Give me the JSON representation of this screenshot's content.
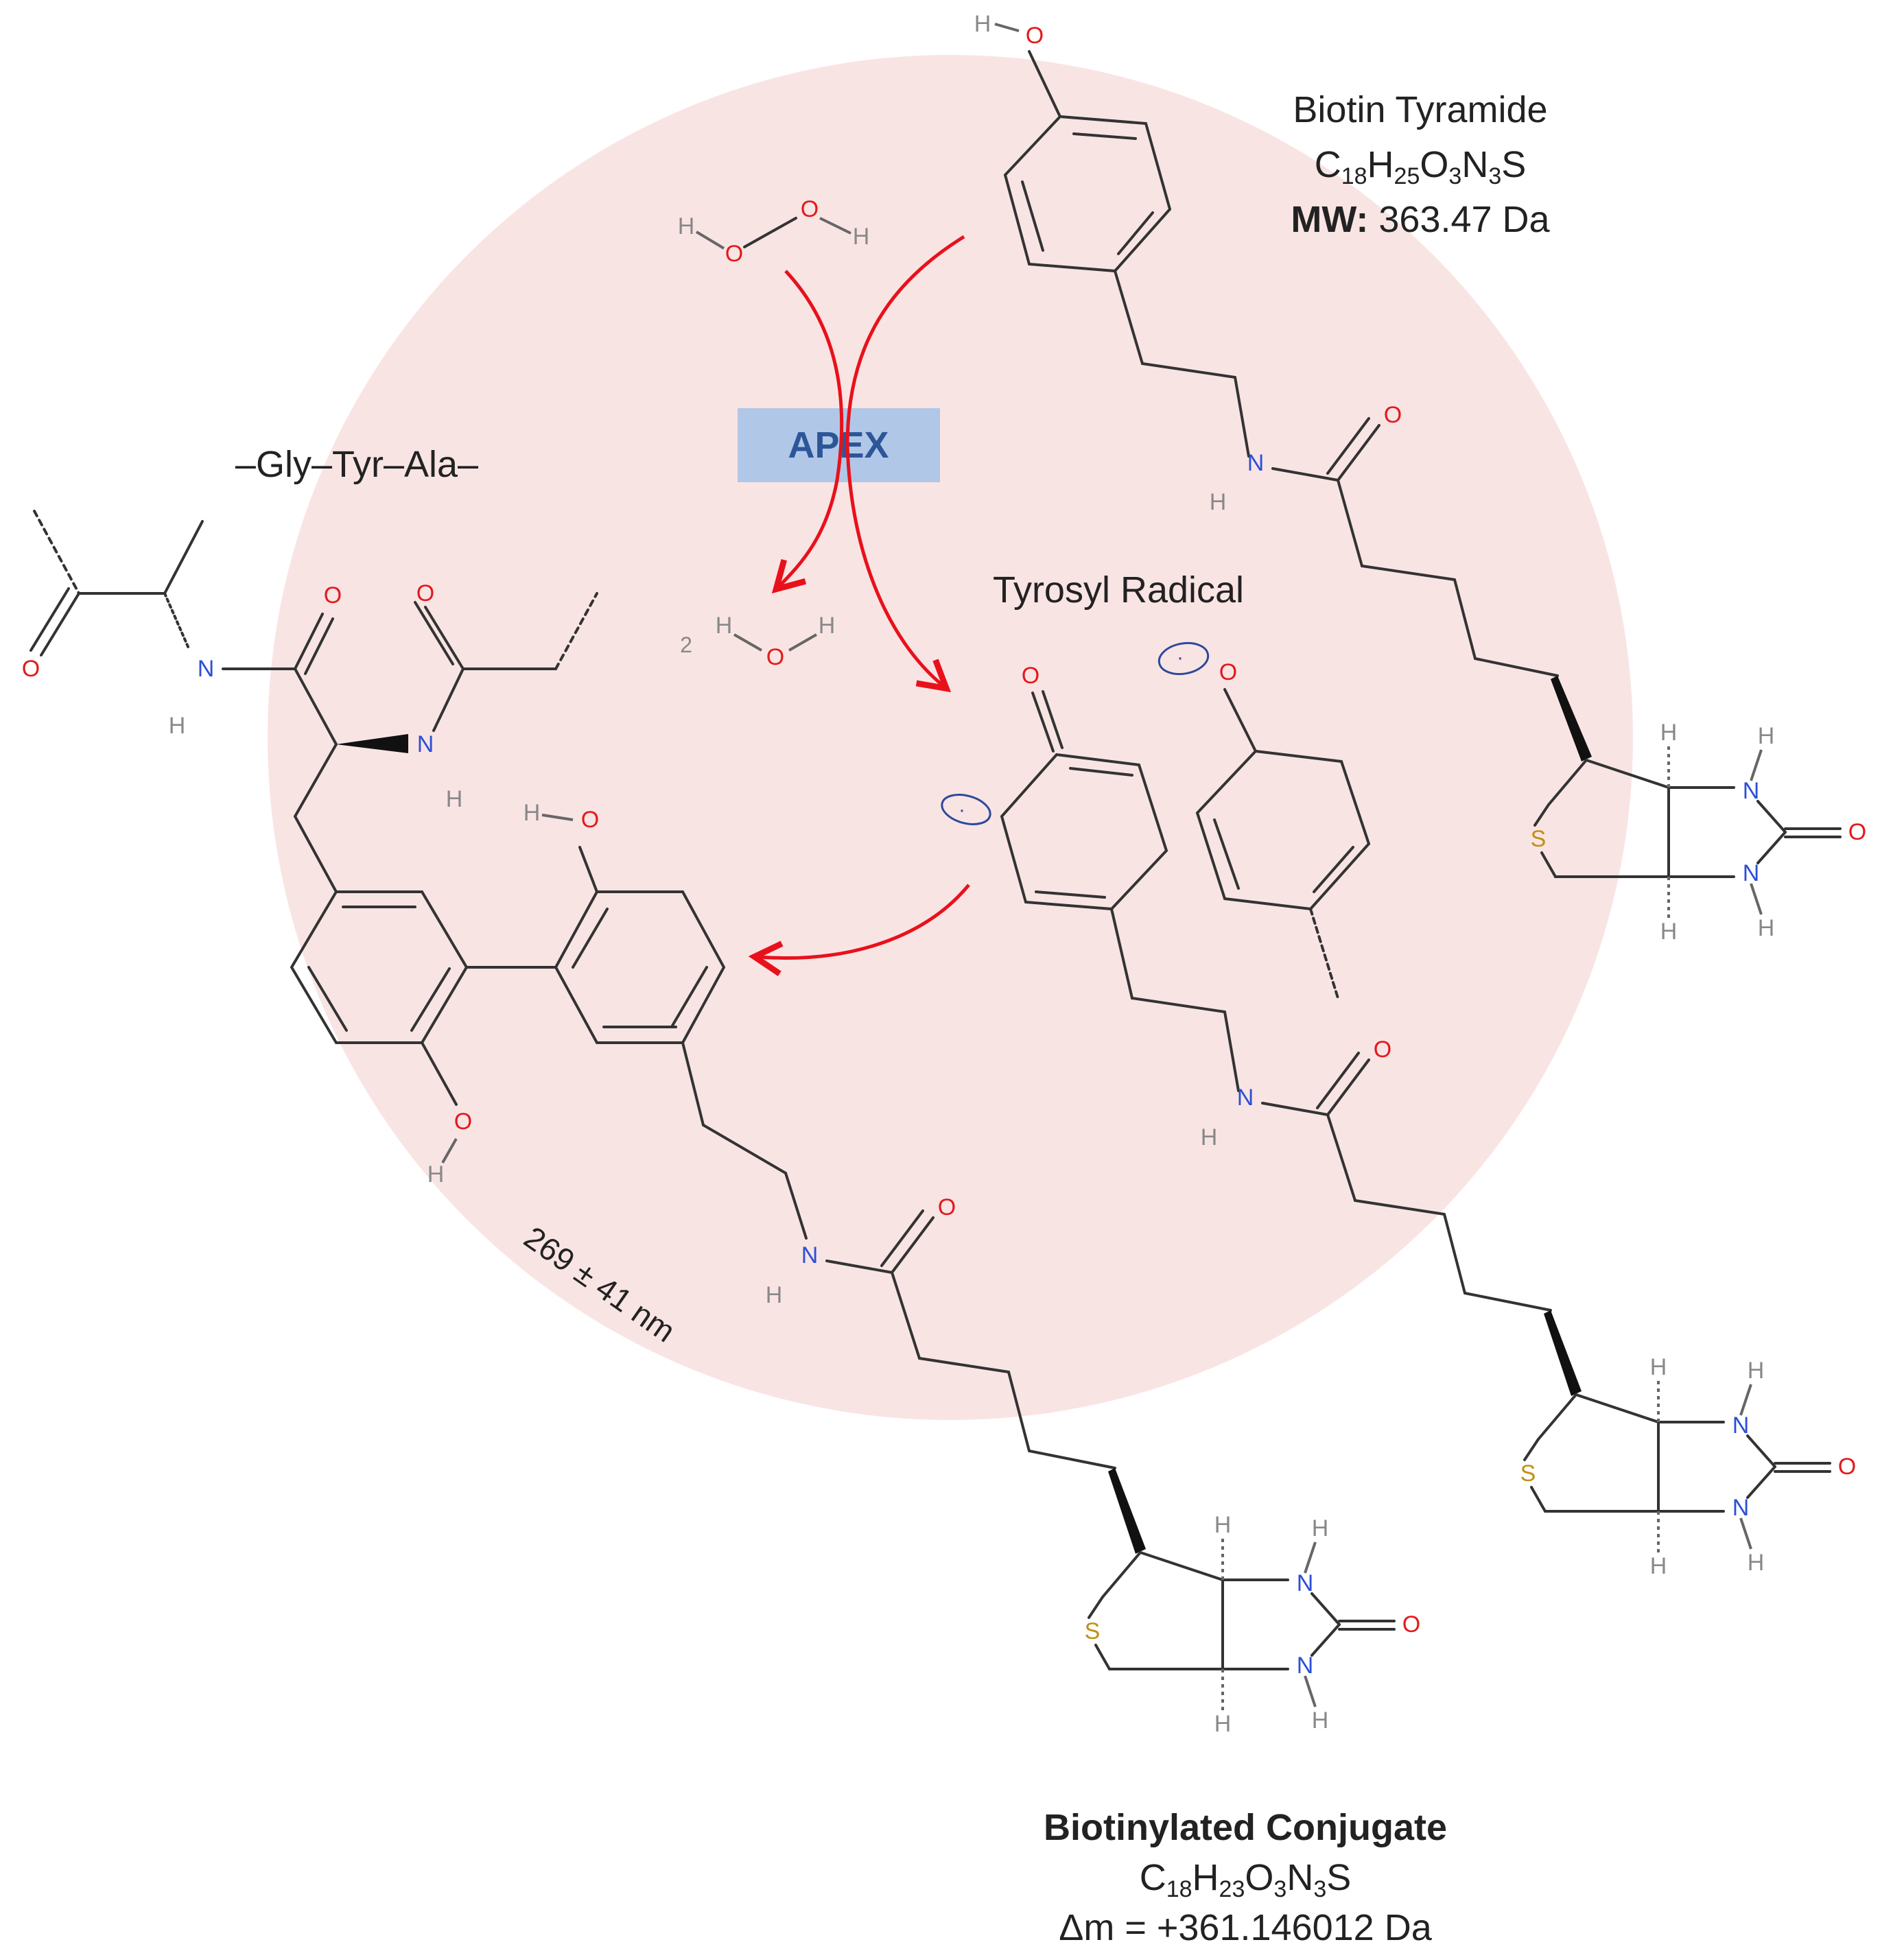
{
  "colors": {
    "halo": "#f9e4e4",
    "arrow": "#e8111b",
    "apex_box": "#b1c7e7",
    "apex_text": "#2d5699",
    "oxygen": "#e31a1c",
    "nitrogen": "#2b4fd6",
    "sulfur": "#c09010",
    "hydrogen": "#888888",
    "bond": "#333333",
    "radical": "#2b4a9c"
  },
  "enzyme": {
    "label": "APEX"
  },
  "peptide": {
    "label": "–Gly–Tyr–Ala–"
  },
  "labels": {
    "tyrosyl_radical": "Tyrosyl Radical",
    "radius": "269 ± 41 nm",
    "water_coefficient": "2"
  },
  "biotin_tyramide": {
    "name": "Biotin Tyramide",
    "formula": {
      "C": "C",
      "C_sub": "18",
      "H": "H",
      "H_sub": "25",
      "O": "O",
      "O_sub": "3",
      "N": "N",
      "N_sub": "3",
      "S": "S"
    },
    "mw_label": "MW:",
    "mw_value": "363.47 Da"
  },
  "conjugate": {
    "name": "Biotinylated Conjugate",
    "formula": {
      "C": "C",
      "C_sub": "18",
      "H": "H",
      "H_sub": "23",
      "O": "O",
      "O_sub": "3",
      "N": "N",
      "N_sub": "3",
      "S": "S"
    },
    "mass_shift": "Δm = +361.146012 Da"
  },
  "atoms": {
    "O": "O",
    "N": "N",
    "H": "H",
    "S": "S",
    "radical_dot": "·"
  }
}
